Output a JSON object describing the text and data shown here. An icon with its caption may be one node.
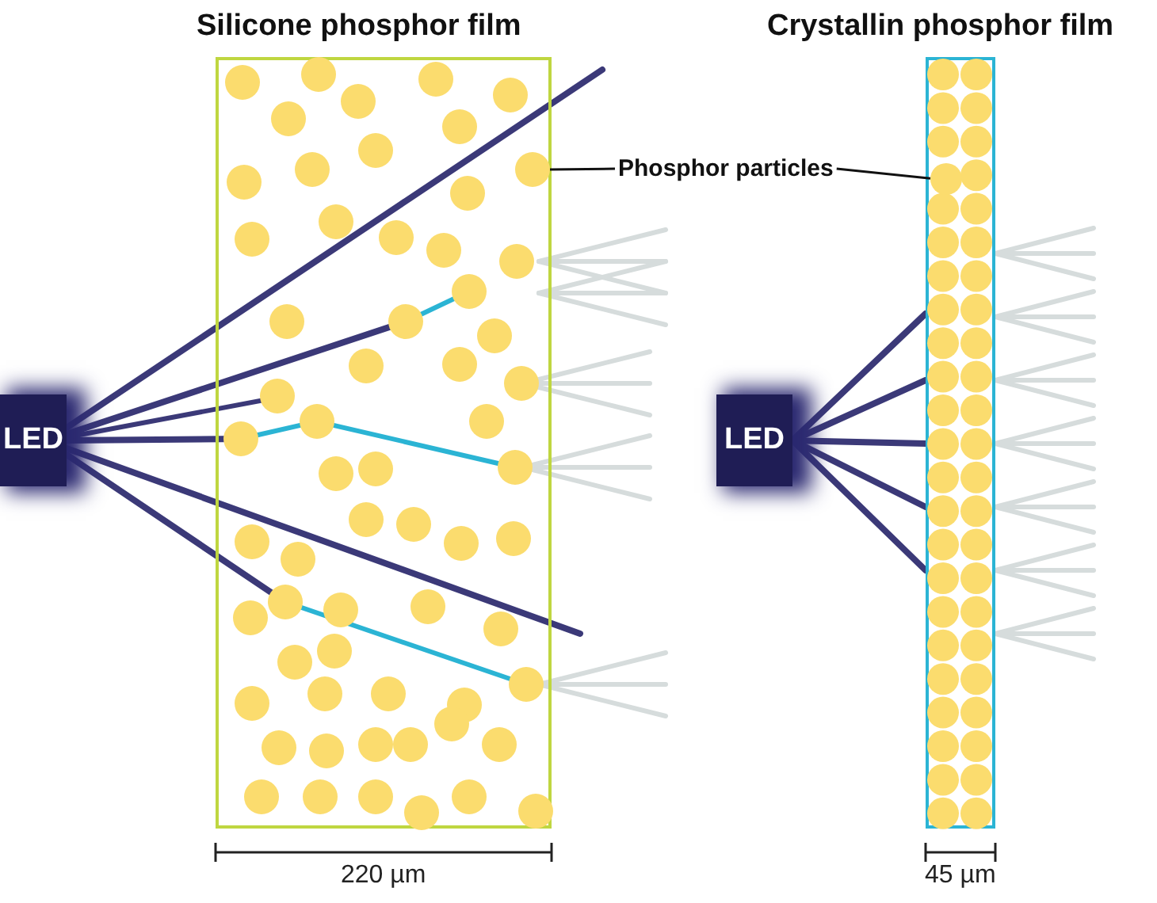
{
  "diagram": {
    "nodes": [
      {
        "text": [
          "Silicone phosphor film"
        ]
      },
      {
        "text": [
          "LED"
        ]
      },
      {
        "text": [
          "Crystallin phosphor film"
        ]
      },
      {
        "text": [
          "LED"
        ]
      },
      {
        "text": [
          "Phosphor particles"
        ]
      },
      {
        "text": [],
        "shape": "circle",
        "in": 0
      },
      {
        "text": [],
        "shape": "circle",
        "in": 2
      }
    ],
    "edges": [
      {
        "from": 4,
        "to": 5,
        "arrow": "none"
      },
      {
        "from": 4,
        "to": 6,
        "arrow": "none"
      }
    ],
    "labels": [
      "220 µm",
      "45 µm"
    ]
  }
}
